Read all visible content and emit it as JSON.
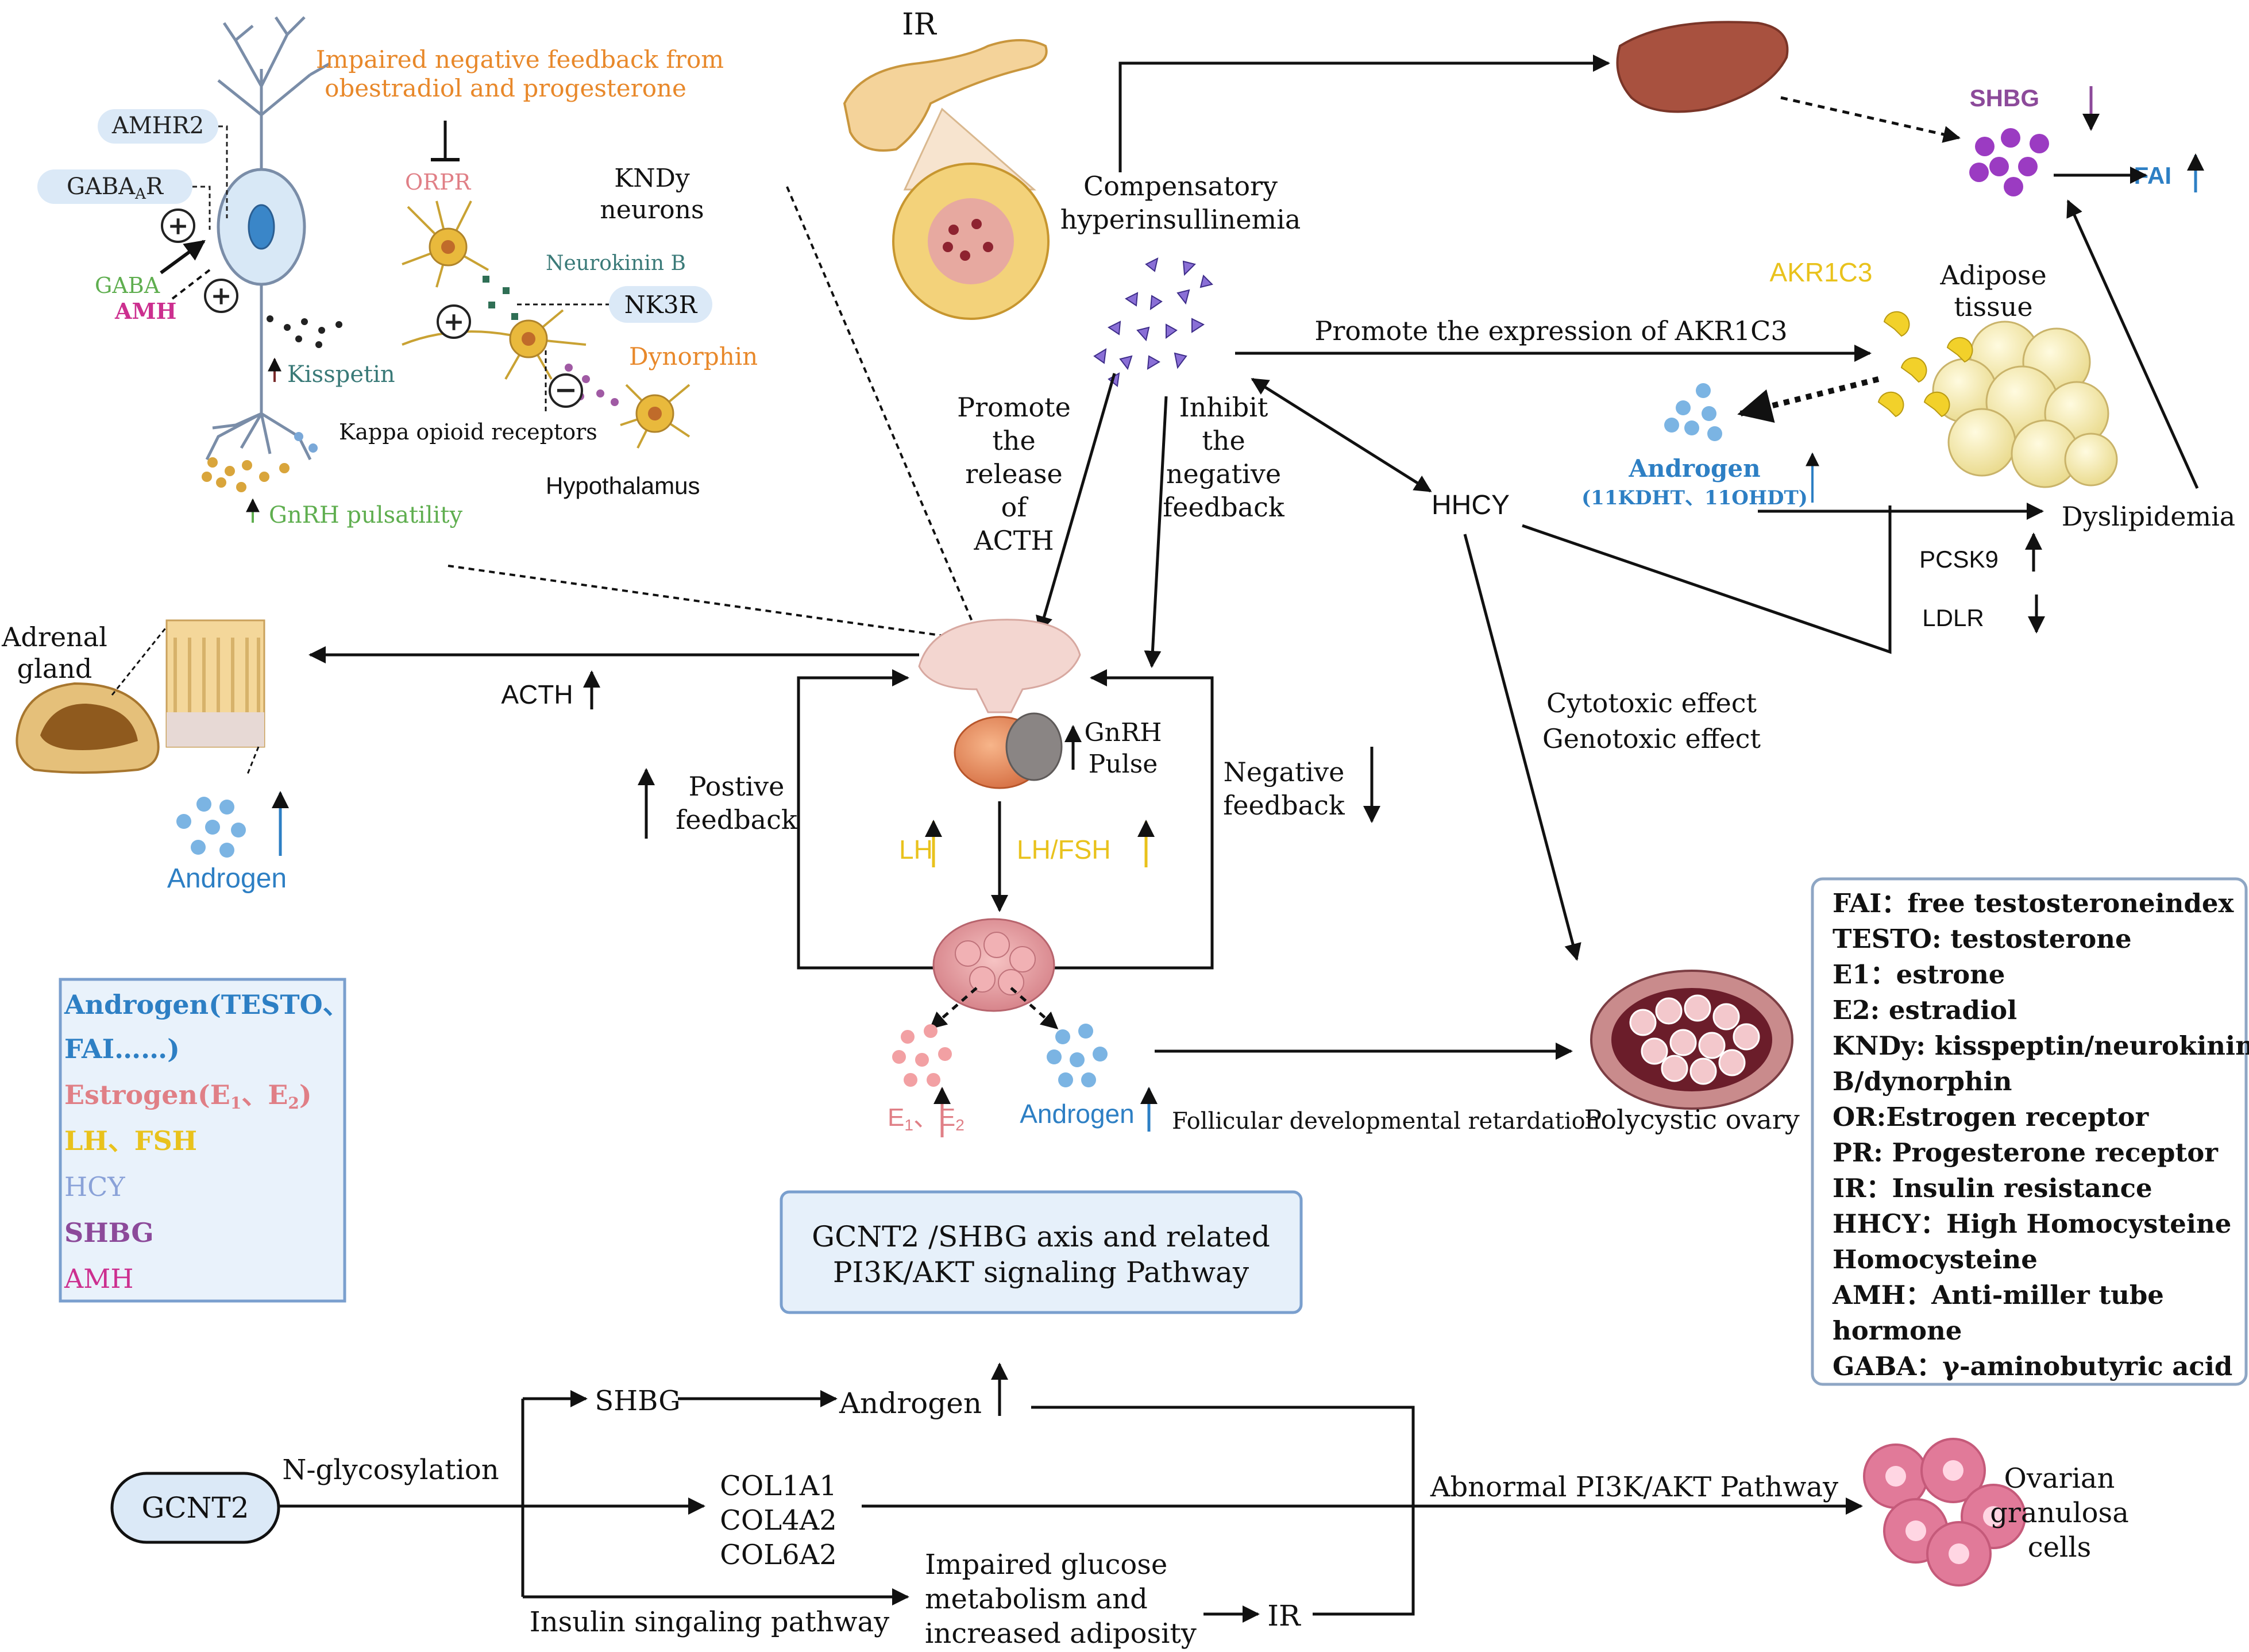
{
  "colors": {
    "arrow": "#111111",
    "orange": "#e8882a",
    "green": "#5fae4f",
    "magenta": "#cc2f8f",
    "teal": "#3a7a78",
    "blue": "#2d7fc4",
    "purple": "#8c4a9a",
    "yellow": "#e9c21c",
    "pink": "#e07f86",
    "lavender": "#8aa2d8",
    "legendFill": "#e9f2fb",
    "legendStroke": "#7a9fce"
  },
  "hypothalamus": {
    "impaired_1": "Impaired negative feedback from",
    "impaired_2": "obestradiol and  progesterone",
    "or": "OR",
    "pr": "PR",
    "kndy_1": "KNDy",
    "kndy_2": "neurons",
    "amhr2": "AMHR2",
    "gabaar_main": "GABA",
    "gabaar_sub": "A",
    "gabaar_tail": "R",
    "gaba": "GABA",
    "amh": "AMH",
    "neurokinin": "Neurokinin B",
    "nk3r": "NK3R",
    "dynorphin": "Dynorphin",
    "kisspetin": "Kisspetin",
    "kappa": "Kappa opioid receptors",
    "hypothalamus": "Hypothalamus",
    "gnrh_pulsatility": "GnRH pulsatility",
    "plus": "+",
    "minus": "−"
  },
  "pancreas": {
    "ir": "IR",
    "hyper_1": "Compensatory",
    "hyper_2": "hyperinsullinemia"
  },
  "liver": {
    "shbg": "SHBG",
    "fai": "FAI"
  },
  "adipose": {
    "akr1c3": "AKR1C3",
    "tissue_1": "Adipose",
    "tissue_2": "tissue",
    "promote_akr": "Promote the expression of AKR1C3",
    "androgen": "Androgen",
    "androgen_sub": "(11KDHT、11OHDT)",
    "dyslipidemia": "Dyslipidemia",
    "pcsk9": "PCSK9",
    "ldlr": "LDLR",
    "hhcy": "HHCY"
  },
  "pituitary": {
    "promote_lines": [
      "Promote",
      "the",
      "release",
      "of",
      "ACTH"
    ],
    "inhibit_lines": [
      "Inhibit",
      "the",
      "negative",
      "feedback"
    ],
    "gnrh_1": "GnRH",
    "gnrh_2": "Pulse",
    "negative_1": "Negative",
    "negative_2": "feedback",
    "positive_1": "Postive",
    "positive_2": "feedback",
    "lh": "LH",
    "lhfsh": "LH/FSH",
    "acth": "ACTH"
  },
  "adrenal": {
    "label_1": "Adrenal",
    "label_2": "gland",
    "androgen": "Androgen"
  },
  "ovary": {
    "e1": "E",
    "e1_sub": "1",
    "e_sep": "、E",
    "e2_sub": "2",
    "androgen": "Androgen",
    "follicular": "Follicular developmental retardation",
    "polycystic": "Polycystic ovary",
    "cytotoxic": "Cytotoxic effect",
    "genotoxic": "Genotoxic effect"
  },
  "legend_left": {
    "androgen_1": "Androgen(TESTO、",
    "androgen_2": "FAI……)",
    "estrogen": "Estrogen(E",
    "estrogen_sub1": "1",
    "estrogen_mid": "、E",
    "estrogen_sub2": "2",
    "estrogen_end": ")",
    "lhfsh": "LH、FSH",
    "hcy": "HCY",
    "shbg": "SHBG",
    "amh": "AMH"
  },
  "legend_right": {
    "lines": [
      "FAI：free testosteroneindex",
      "TESTO: testosterone",
      "E1：estrone",
      "E2: estradiol",
      "KNDy: kisspeptin/neurokinin",
      "B/dynorphin",
      "OR:Estrogen receptor",
      "PR: Progesterone receptor",
      "IR：Insulin resistance",
      "HHCY：High Homocysteine",
      "Homocysteine",
      "AMH：Anti-miller tube",
      "hormone",
      "GABA：γ-aminobutyric acid"
    ]
  },
  "gcnt2_box": {
    "line_1": "GCNT2 /SHBG axis and related",
    "line_2": "PI3K/AKT signaling Pathway"
  },
  "bottom": {
    "gcnt2": "GCNT2",
    "nglyco": "N-glycosylation",
    "shbg": "SHBG",
    "androgen": "Androgen",
    "col1": "COL1A1",
    "col2": "COL4A2",
    "col3": "COL6A2",
    "insulin": "Insulin singaling pathway",
    "impaired_1": "Impaired glucose",
    "impaired_2": "metabolism and",
    "impaired_3": "increased adiposity",
    "ir": "IR",
    "pi3k": "Abnormal PI3K/AKT Pathway",
    "granulosa_1": "Ovarian",
    "granulosa_2": "granulosa",
    "granulosa_3": "cells"
  }
}
